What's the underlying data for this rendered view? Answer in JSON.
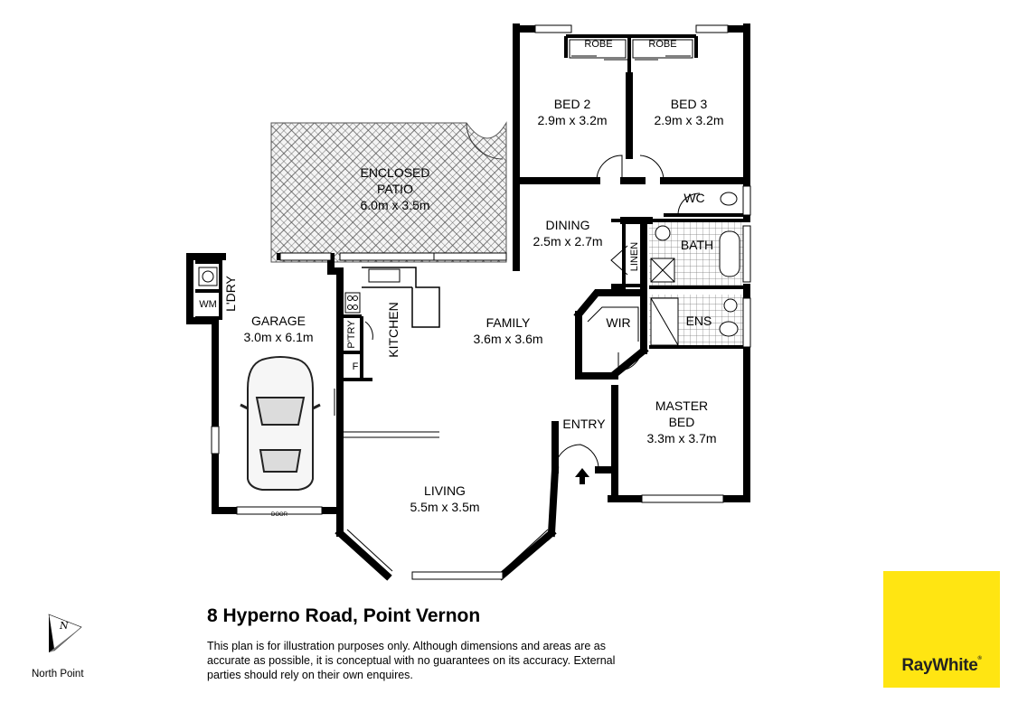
{
  "rooms": {
    "bed2": {
      "name": "BED 2",
      "dims": "2.9m x 3.2m"
    },
    "bed3": {
      "name": "BED 3",
      "dims": "2.9m x 3.2m"
    },
    "patio": {
      "name1": "ENCLOSED",
      "name2": "PATIO",
      "dims": "6.0m x 3.5m"
    },
    "dining": {
      "name": "DINING",
      "dims": "2.5m x 2.7m"
    },
    "garage": {
      "name": "GARAGE",
      "dims": "3.0m x 6.1m"
    },
    "family": {
      "name": "FAMILY",
      "dims": "3.6m x 3.6m"
    },
    "living": {
      "name": "LIVING",
      "dims": "5.5m x 3.5m"
    },
    "master": {
      "name1": "MASTER",
      "name2": "BED",
      "dims": "3.3m x 3.7m"
    },
    "kitchen": "KITCHEN",
    "wir": "WIR",
    "entry": "ENTRY",
    "ens": "ENS",
    "bath": "BATH",
    "wc": "WC",
    "linen": "LINEN",
    "ldry": "L'DRY",
    "wm": "WM",
    "ptry": "P'TRY",
    "fridge": "F",
    "robe_left": "ROBE",
    "robe_right": "ROBE",
    "garage_door": "DOOR"
  },
  "address": "8 Hyperno Road, Point Vernon",
  "disclaimer": "This plan is for illustration purposes only.  Although dimensions and areas are as accurate as possible, it is conceptual with no guarantees on its accuracy. External parties should rely on their own enquires.",
  "north_label": "North Point",
  "north_letter": "N",
  "logo": {
    "text": "RayWhite",
    "mark": "®",
    "color": "#FFE512"
  }
}
